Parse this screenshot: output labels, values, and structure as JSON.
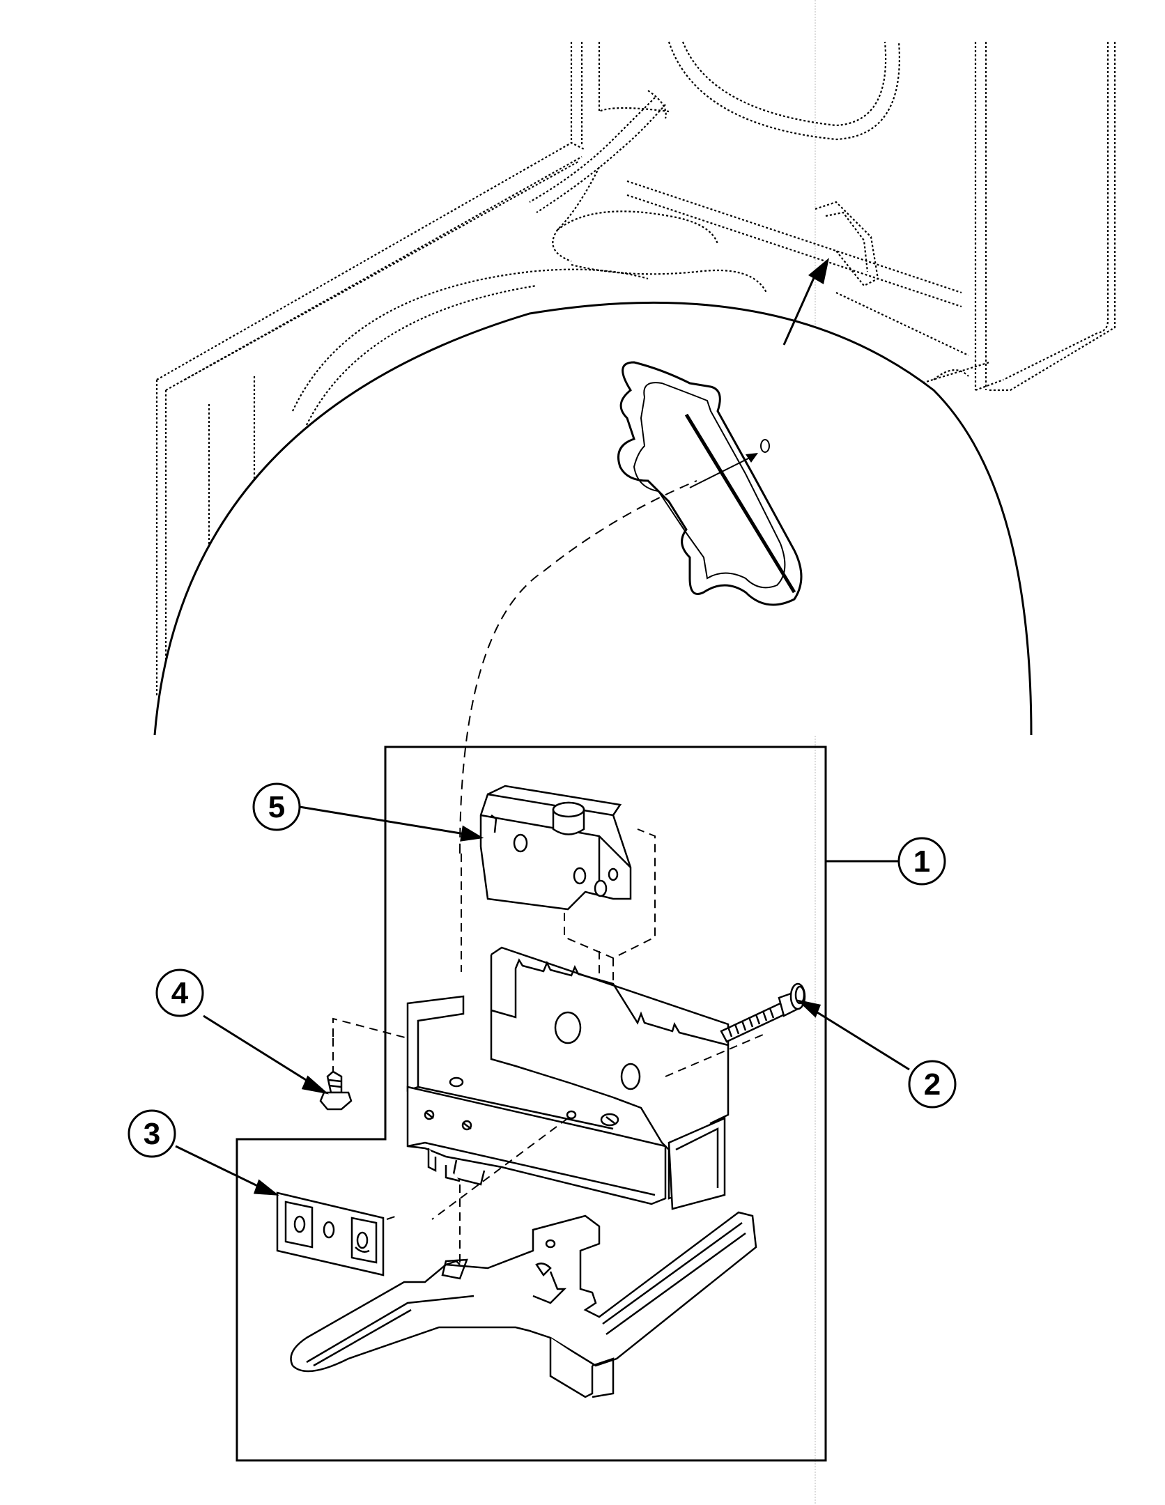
{
  "callouts": [
    {
      "id": "1",
      "label": "1",
      "part": "switch-bracket-assembly"
    },
    {
      "id": "2",
      "label": "2",
      "part": "screw"
    },
    {
      "id": "3",
      "label": "3",
      "part": "clip-plate"
    },
    {
      "id": "4",
      "label": "4",
      "part": "small-screw"
    },
    {
      "id": "5",
      "label": "5",
      "part": "door-switch"
    }
  ],
  "colors": {
    "line": "#000000",
    "background": "#ffffff"
  }
}
